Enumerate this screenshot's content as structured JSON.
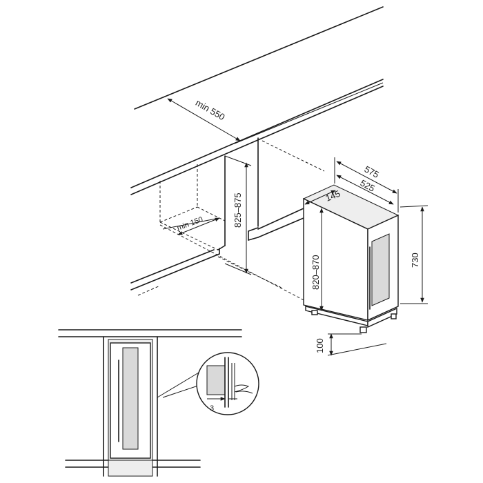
{
  "dimensions": {
    "min_depth": "min 550",
    "min_gap": "min 150",
    "niche_height": "825–875",
    "appliance_depth_total": "575",
    "appliance_depth_body": "525",
    "appliance_width": "145",
    "appliance_height": "820–870",
    "appliance_side_height": "730",
    "plinth_height": "100",
    "door_gap": "3"
  }
}
